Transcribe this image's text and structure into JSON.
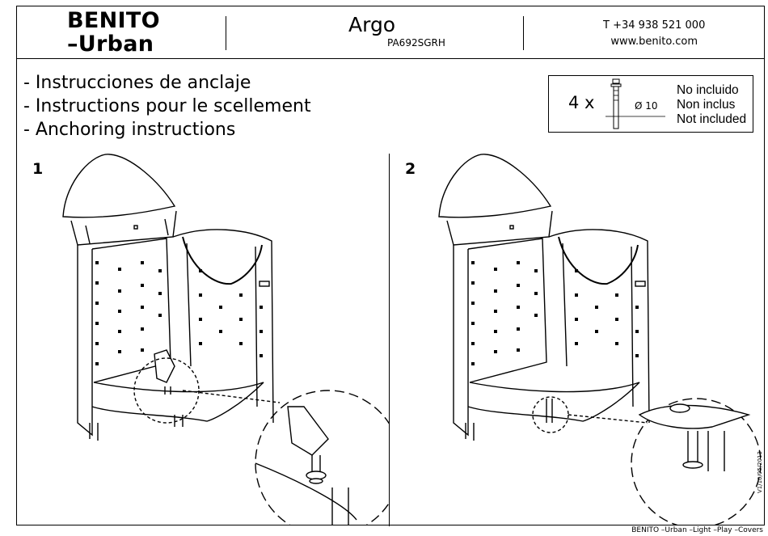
{
  "header": {
    "brand_line1": "BENITO",
    "brand_line2": "–Urban",
    "model": "Argo",
    "reference": "PA692SGRH",
    "phone": "T +34 938 521 000",
    "website": "www.benito.com"
  },
  "instructions": {
    "es": "- Instrucciones de anclaje",
    "fr": "- Instructions pour le scellement",
    "en": "- Anchoring instructions"
  },
  "included_box": {
    "quantity": "4 x",
    "diameter": "Ø  10",
    "icon": "anchor-bolt-icon",
    "lines": [
      "No incluido",
      "Non inclus",
      "Not included"
    ]
  },
  "steps": [
    {
      "number": "1"
    },
    {
      "number": "2"
    }
  ],
  "version": "V1/10/05/2013",
  "footer": "BENITO –Urban –Light –Play –Covers"
}
